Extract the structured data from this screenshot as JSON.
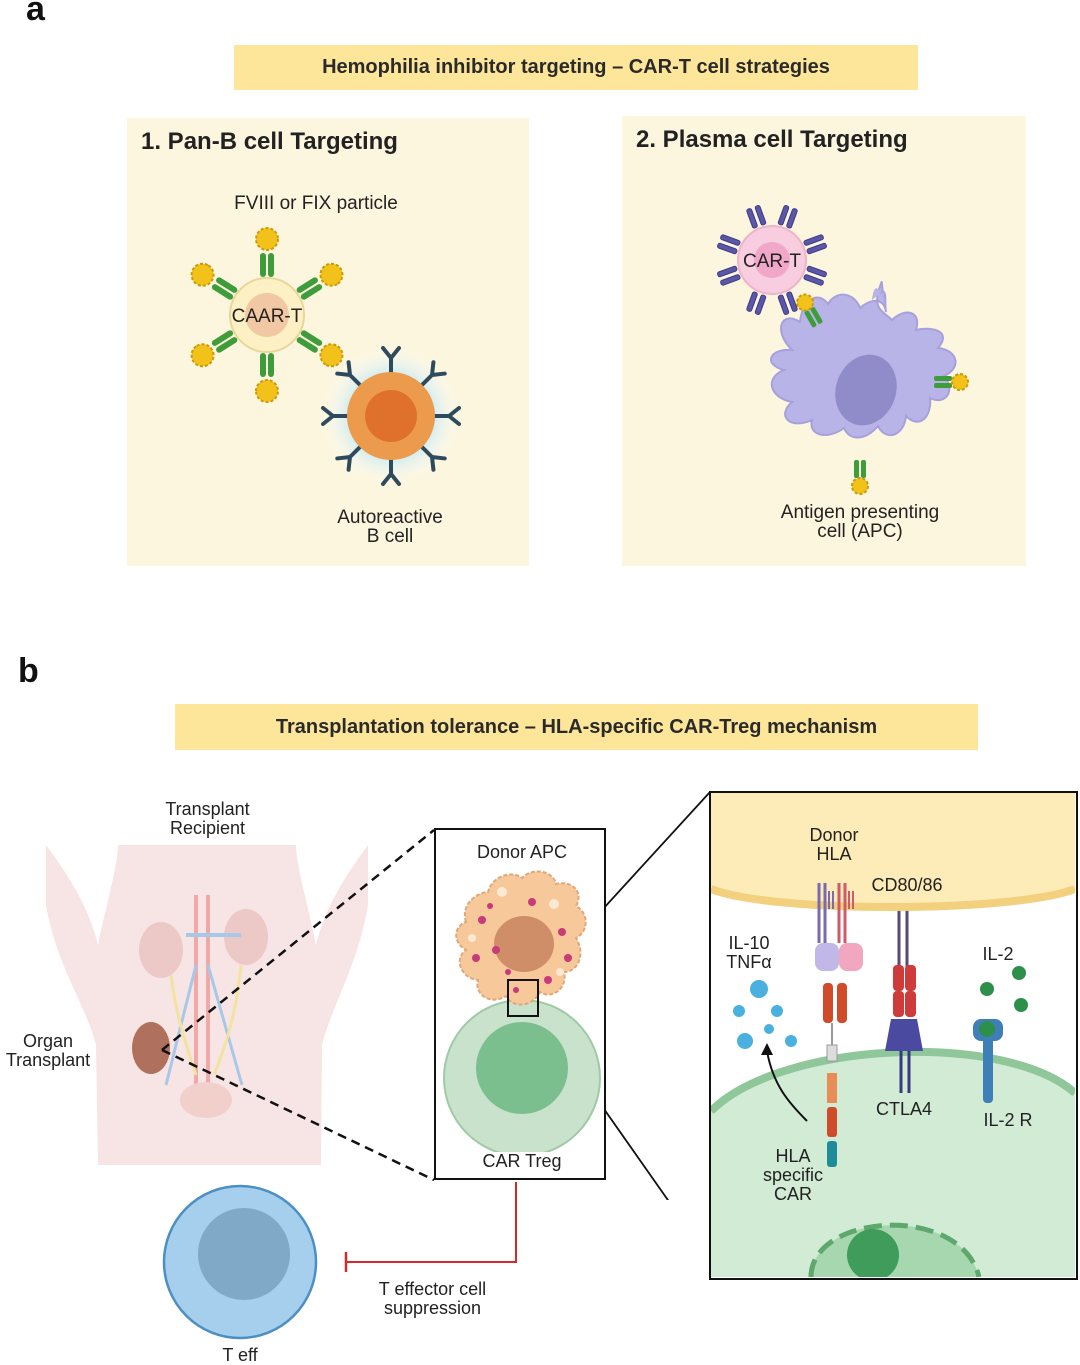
{
  "panel_a": {
    "letter": "a",
    "banner": "Hemophilia inhibitor targeting – CAR-T cell strategies",
    "left": {
      "title": "1.  Pan-B cell Targeting",
      "particle_label": "FVIII or FIX particle",
      "caar_label": "CAAR-T",
      "bcell_label_line1": "Autoreactive",
      "bcell_label_line2": "B cell"
    },
    "right": {
      "title": "2.  Plasma cell Targeting",
      "cart_label": "CAR-T",
      "apc_label_line1": "Antigen presenting",
      "apc_label_line2": "cell (APC)"
    }
  },
  "panel_b": {
    "letter": "b",
    "banner": "Transplantation tolerance – HLA-specific CAR-Treg mechanism",
    "recipient_line1": "Transplant",
    "recipient_line2": "Recipient",
    "organ_line1": "Organ",
    "organ_line2": "Transplant",
    "donor_apc": "Donor APC",
    "car_treg": "CAR Treg",
    "teff_label": "T eff",
    "suppression_line1": "T effector cell",
    "suppression_line2": "suppression",
    "zoom": {
      "donor_hla_line1": "Donor",
      "donor_hla_line2": "HLA",
      "cd80": "CD80/86",
      "il10": "IL-10",
      "tnfa": "TNFα",
      "il2": "IL-2",
      "ctla4": "CTLA4",
      "il2r": "IL-2 R",
      "car_line1": "HLA",
      "car_line2": "specific",
      "car_line3": "CAR"
    }
  }
}
